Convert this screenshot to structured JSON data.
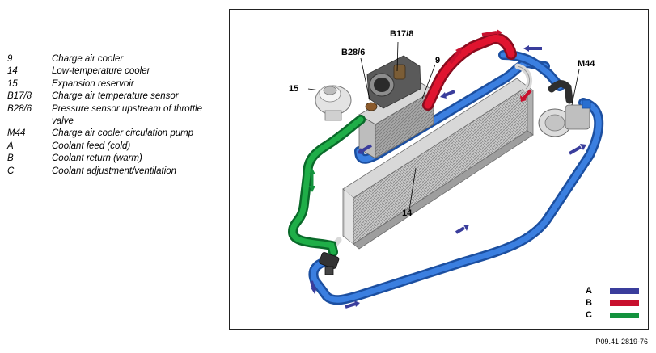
{
  "legend": [
    {
      "code": "9",
      "text": "Charge air cooler"
    },
    {
      "code": "14",
      "text": "Low-temperature cooler"
    },
    {
      "code": "15",
      "text": "Expansion reservoir"
    },
    {
      "code": "B17/8",
      "text": "Charge air temperature sensor"
    },
    {
      "code": "B28/6",
      "text": "Pressure sensor upstream of throttle valve"
    },
    {
      "code": "M44",
      "text": "Charge air cooler circulation pump"
    },
    {
      "code": "A",
      "text": "Coolant feed (cold)"
    },
    {
      "code": "B",
      "text": "Coolant return (warm)"
    },
    {
      "code": "C",
      "text": "Coolant adjustment/ventilation"
    }
  ],
  "callouts": {
    "b17_8": "B17/8",
    "b28_6": "B28/6",
    "n9": "9",
    "n15": "15",
    "m44": "M44",
    "n14": "14"
  },
  "color_key": [
    {
      "letter": "A",
      "color": "#3a3d9c"
    },
    {
      "letter": "B",
      "color": "#c8102e"
    },
    {
      "letter": "C",
      "color": "#13923d"
    }
  ],
  "colors": {
    "hose_blue": "#2a6fd0",
    "hose_red": "#d0102e",
    "hose_green": "#1a9a3e",
    "arrow_blue": "#3a3d9c",
    "arrow_red": "#c8102e",
    "arrow_green": "#13923d"
  },
  "figure_id": "P09.41-2819-76"
}
